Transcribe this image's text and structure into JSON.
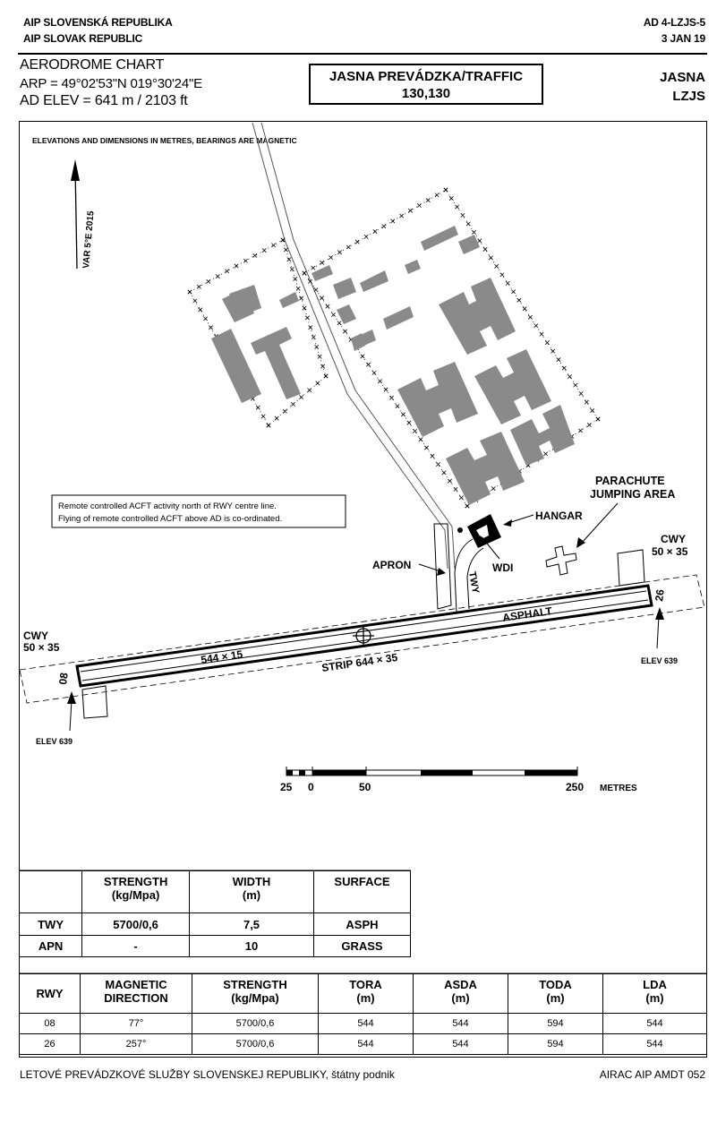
{
  "header": {
    "left_line1": "AIP SLOVENSKÁ REPUBLIKA",
    "left_line2": "AIP SLOVAK REPUBLIC",
    "right_line1": "AD 4-LZJS-5",
    "right_line2": "3 JAN 19",
    "chart_title": "AERODROME CHART",
    "arp": "ARP = 49°02'53\"N 019°30'24\"E",
    "ad_elev": "AD ELEV = 641 m / 2103 ft",
    "traffic_name": "JASNA PREVÁDZKA/TRAFFIC",
    "traffic_freq": "130,130",
    "aerodrome_name": "JASNA",
    "icao": "LZJS"
  },
  "map": {
    "note_units": "ELEVATIONS AND DIMENSIONS IN METRES, BEARINGS ARE MAGNETIC",
    "var_label": "VAR 5°E 2015",
    "rc_note_line1": "Remote controlled ACFT activity north of RWY centre line.",
    "rc_note_line2": "Flying of remote controlled ACFT above AD is co-ordinated.",
    "parachute_line1": "PARACHUTE",
    "parachute_line2": "JUMPING AREA",
    "hangar": "HANGAR",
    "apron": "APRON",
    "wdi": "WDI",
    "twy": "TWY",
    "asphalt": "ASPHALT",
    "rwy_dims": "544 × 15",
    "strip": "STRIP 644 × 35",
    "cwy_left_line1": "CWY",
    "cwy_left_line2": "50 × 35",
    "cwy_right_line1": "CWY",
    "cwy_right_line2": "50 × 35",
    "elev_left": "ELEV 639",
    "elev_right": "ELEV 639",
    "rwy_left_des": "08",
    "rwy_right_des": "26",
    "scale_labels": [
      "25",
      "0",
      "50",
      "250"
    ],
    "scale_unit": "METRES"
  },
  "twy_table": {
    "headers": [
      {
        "line1": "STRENGTH",
        "line2": "(kg/Mpa)"
      },
      {
        "line1": "WIDTH",
        "line2": "(m)"
      },
      {
        "line1": "SURFACE",
        "line2": ""
      }
    ],
    "rows": [
      {
        "name": "TWY",
        "strength": "5700/0,6",
        "width": "7,5",
        "surface": "ASPH"
      },
      {
        "name": "APN",
        "strength": "-",
        "width": "10",
        "surface": "GRASS"
      }
    ]
  },
  "rwy_table": {
    "headers": [
      {
        "line1": "RWY",
        "line2": ""
      },
      {
        "line1": "MAGNETIC",
        "line2": "DIRECTION"
      },
      {
        "line1": "STRENGTH",
        "line2": "(kg/Mpa)"
      },
      {
        "line1": "TORA",
        "line2": "(m)"
      },
      {
        "line1": "ASDA",
        "line2": "(m)"
      },
      {
        "line1": "TODA",
        "line2": "(m)"
      },
      {
        "line1": "LDA",
        "line2": "(m)"
      }
    ],
    "rows": [
      {
        "rwy": "08",
        "dir": "77°",
        "strength": "5700/0,6",
        "tora": "544",
        "asda": "544",
        "toda": "594",
        "lda": "544"
      },
      {
        "rwy": "26",
        "dir": "257°",
        "strength": "5700/0,6",
        "tora": "544",
        "asda": "544",
        "toda": "594",
        "lda": "544"
      }
    ]
  },
  "footer": {
    "left": "LETOVÉ PREVÁDZKOVÉ SLUŽBY SLOVENSKEJ REPUBLIKY, štátny podnik",
    "right": "AIRAC AIP AMDT 052"
  },
  "colors": {
    "building": "#8a8a8a",
    "ink": "#000000",
    "road": "#ffffff"
  }
}
